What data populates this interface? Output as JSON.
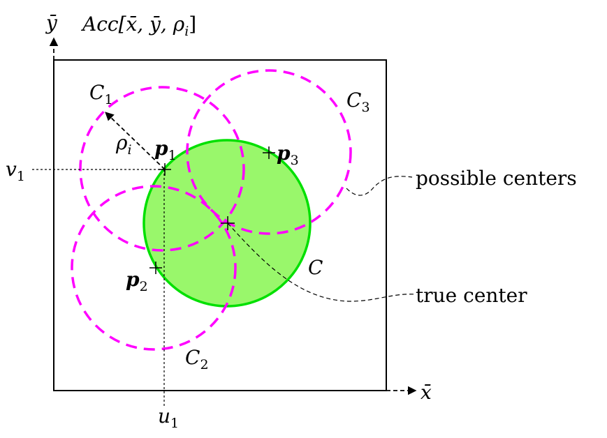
{
  "axes": {
    "y_label": "ȳ",
    "x_label": "x̄",
    "title_name": "Acc",
    "title_args": "[x̄, ȳ, ρ",
    "title_sub": "i",
    "title_close": "]"
  },
  "labels": {
    "v1_main": "v",
    "v1_sub": "1",
    "u1_main": "u",
    "u1_sub": "1",
    "rho_main": "ρ",
    "rho_sub": "i",
    "p1_main": "p",
    "p1_sub": "1",
    "p2_main": "p",
    "p2_sub": "2",
    "p3_main": "p",
    "p3_sub": "3",
    "c1_main": "C",
    "c1_sub": "1",
    "c2_main": "C",
    "c2_sub": "2",
    "c3_main": "C",
    "c3_sub": "3",
    "c_main": "C"
  },
  "annotations": {
    "possible_centers": "possible centers",
    "true_center": "true center"
  },
  "colors": {
    "candidate_circle": "#ff00ff",
    "true_circle_stroke": "#00e000",
    "true_circle_fill": "#99f76b",
    "frame": "#000000"
  }
}
